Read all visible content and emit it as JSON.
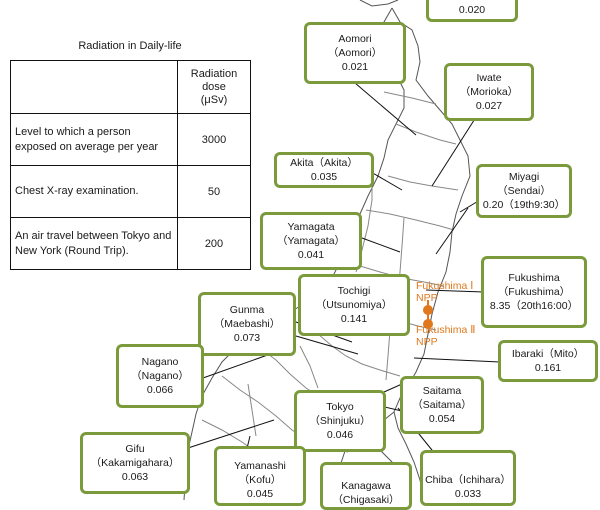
{
  "title": "Radiation in Daily-life",
  "table": {
    "header": [
      "Radiation",
      "dose",
      "(μSv)"
    ],
    "rows": [
      {
        "label": "Level to which a person exposed on average per year",
        "value": "3000"
      },
      {
        "label": "Chest X-ray examination.",
        "value": "50"
      },
      {
        "label": "An air travel between Tokyo and New York (Round Trip).",
        "value": "200"
      }
    ]
  },
  "stations": {
    "hokkaido": {
      "value": "0.020"
    },
    "aomori": {
      "name": "Aomori",
      "city": "（Aomori）",
      "value": "0.021"
    },
    "iwate": {
      "name": "Iwate",
      "city": "（Morioka）",
      "value": "0.027"
    },
    "akita": {
      "name": "Akita（Akita）",
      "value": "0.035"
    },
    "miyagi": {
      "name": "Miyagi",
      "city": "（Sendai）",
      "value": "0.20（19th9:30）"
    },
    "yamagata": {
      "name": "Yamagata",
      "city": "（Yamagata）",
      "value": "0.041"
    },
    "fukushima": {
      "name": "Fukushima",
      "city": "（Fukushima）",
      "value": "8.35（20th16:00）"
    },
    "tochigi": {
      "name": "Tochigi",
      "city": "（Utsunomiya）",
      "value": "0.141"
    },
    "gunma": {
      "name": "Gunma",
      "city": "（Maebashi）",
      "value": "0.073"
    },
    "nagano": {
      "name": "Nagano",
      "city": "（Nagano）",
      "value": "0.066"
    },
    "ibaraki": {
      "name": "Ibaraki（Mito）",
      "value": "0.161"
    },
    "saitama": {
      "name": "Saitama",
      "city": "（Saitama）",
      "value": "0.054"
    },
    "tokyo": {
      "name": "Tokyo",
      "city": "（Shinjuku）",
      "value": "0.046"
    },
    "gifu": {
      "name": "Gifu",
      "city": "（Kakamigahara）",
      "value": "0.063"
    },
    "yamanashi": {
      "name": "Yamanashi",
      "city": "（Kofu）",
      "value": "0.045"
    },
    "kanagawa": {
      "name": "Kanagawa",
      "city": "（Chigasaki）"
    },
    "chiba": {
      "name": "Chiba（Ichihara）",
      "value": "0.033"
    }
  },
  "plants": {
    "npp1": {
      "line1": "Fukushima Ⅰ",
      "line2": "NPP"
    },
    "npp2": {
      "line1": "Fukushima Ⅱ",
      "line2": "NPP"
    }
  },
  "colors": {
    "box_border": "#7a9a3c",
    "npp": "#e0781e",
    "map_line": "#555555"
  }
}
